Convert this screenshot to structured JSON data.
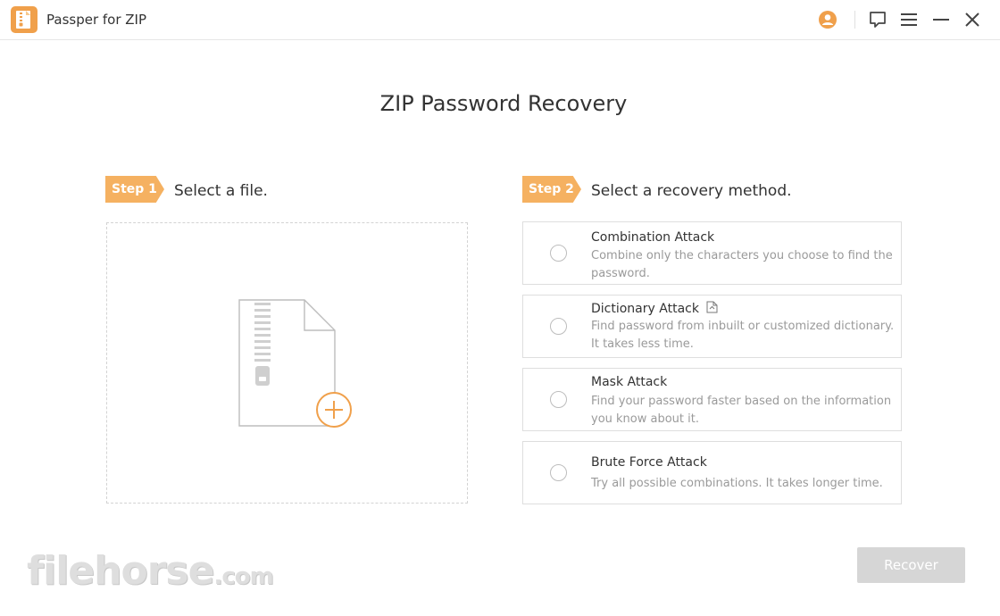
{
  "app": {
    "title": "Passper for ZIP"
  },
  "page": {
    "title": "ZIP Password Recovery"
  },
  "step1": {
    "badge": "Step 1",
    "text": "Select a file."
  },
  "step2": {
    "badge": "Step 2",
    "text": "Select a recovery method."
  },
  "methods": [
    {
      "title": "Combination Attack",
      "description": "Combine only the characters you choose to find the password."
    },
    {
      "title": "Dictionary Attack",
      "description": "Find password from inbuilt or customized dictionary. It takes less time."
    },
    {
      "title": "Mask Attack",
      "description": "Find your password faster based on the information you know about it."
    },
    {
      "title": "Brute Force Attack",
      "description": "Try all possible combinations. It takes longer time."
    }
  ],
  "actions": {
    "recover_label": "Recover"
  },
  "watermark": {
    "main": "filehorse",
    "suffix": ".com"
  },
  "colors": {
    "accent": "#f5b161",
    "disabled_button": "#d6d6d6"
  },
  "icons": [
    "app-logo-icon",
    "account-icon",
    "feedback-icon",
    "menu-icon",
    "minimize-icon",
    "close-icon",
    "zip-file-icon",
    "add-circle-icon",
    "document-icon"
  ]
}
